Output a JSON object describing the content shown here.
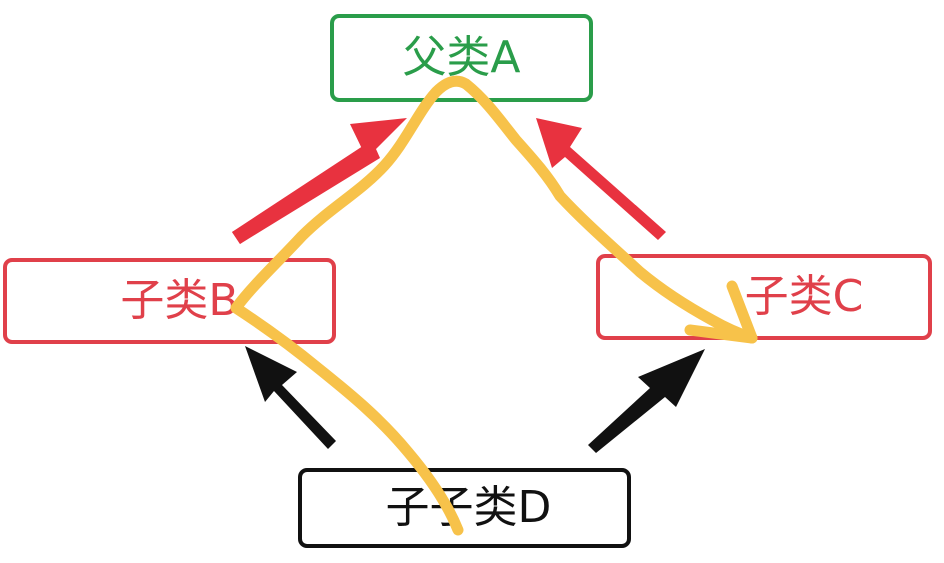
{
  "nodes": {
    "a": {
      "label": "父类A",
      "color": "#2a9d4a"
    },
    "b": {
      "label": "子类B",
      "color": "#e0404a"
    },
    "c": {
      "label": "子类C",
      "color": "#e0404a"
    },
    "d": {
      "label": "子子类D",
      "color": "#111111"
    }
  },
  "edges": [
    {
      "from": "子类B",
      "to": "父类A",
      "color": "#e8323f"
    },
    {
      "from": "子类C",
      "to": "父类A",
      "color": "#e8323f"
    },
    {
      "from": "子子类D",
      "to": "子类B",
      "color": "#111111"
    },
    {
      "from": "子子类D",
      "to": "子类C",
      "color": "#111111"
    }
  ],
  "annotation": {
    "description": "handwritten yellow path D→B→A→C",
    "color": "#f7c24a"
  }
}
